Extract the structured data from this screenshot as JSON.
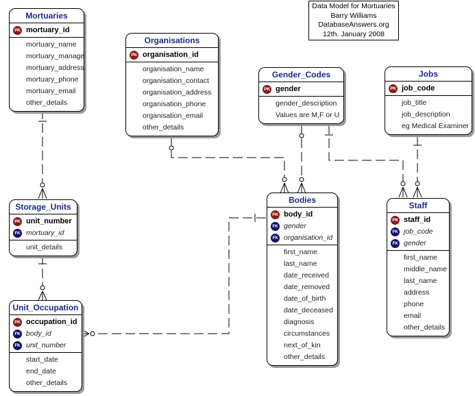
{
  "note": {
    "lines": [
      "Data Model for Mortuaries",
      "Barry Williams",
      "DatabaseAnswers.org",
      "12th. January 2008"
    ]
  },
  "entities": {
    "mortuaries": {
      "title": "Mortuaries",
      "attrs": [
        {
          "name": "mortuary_id",
          "key": "PK"
        },
        {
          "name": "mortuary_name"
        },
        {
          "name": "mortuary_manager"
        },
        {
          "name": "mortuary_address"
        },
        {
          "name": "mortuary_phone"
        },
        {
          "name": "mortuary_email"
        },
        {
          "name": "other_details"
        }
      ]
    },
    "organisations": {
      "title": "Organisations",
      "attrs": [
        {
          "name": "organisation_id",
          "key": "PK"
        },
        {
          "name": "organisation_name"
        },
        {
          "name": "organisation_contact"
        },
        {
          "name": "organisation_address"
        },
        {
          "name": "organisation_phone"
        },
        {
          "name": "organisation_email"
        },
        {
          "name": "other_details"
        }
      ]
    },
    "gender_codes": {
      "title": "Gender_Codes",
      "attrs": [
        {
          "name": "gender",
          "key": "PK"
        },
        {
          "name": "gender_description"
        },
        {
          "name": "Values are M,F or U"
        }
      ]
    },
    "jobs": {
      "title": "Jobs",
      "attrs": [
        {
          "name": "job_code",
          "key": "PK"
        },
        {
          "name": "job_title"
        },
        {
          "name": "job_description"
        },
        {
          "name": "eg Medical Examiner"
        }
      ]
    },
    "storage_units": {
      "title": "Storage_Units",
      "attrs": [
        {
          "name": "unit_number",
          "key": "PK"
        },
        {
          "name": "mortuary_id",
          "key": "FK"
        },
        {
          "name": "unit_details"
        }
      ]
    },
    "bodies": {
      "title": "Bodies",
      "attrs": [
        {
          "name": "body_id",
          "key": "PK"
        },
        {
          "name": "gender",
          "key": "FK"
        },
        {
          "name": "organisation_id",
          "key": "FK"
        },
        {
          "name": "first_name"
        },
        {
          "name": "last_name"
        },
        {
          "name": "date_received"
        },
        {
          "name": "date_removed"
        },
        {
          "name": "date_of_birth"
        },
        {
          "name": "date_deceased"
        },
        {
          "name": "diagnosis"
        },
        {
          "name": "circumstances"
        },
        {
          "name": "next_of_kin"
        },
        {
          "name": "other_details"
        }
      ]
    },
    "staff": {
      "title": "Staff",
      "attrs": [
        {
          "name": "staff_id",
          "key": "PK"
        },
        {
          "name": "job_code",
          "key": "FK"
        },
        {
          "name": "gender",
          "key": "FK"
        },
        {
          "name": "first_name"
        },
        {
          "name": "middle_name"
        },
        {
          "name": "last_name"
        },
        {
          "name": "address"
        },
        {
          "name": "phone"
        },
        {
          "name": "email"
        },
        {
          "name": "other_details"
        }
      ]
    },
    "unit_occupation": {
      "title": "Unit_Occupation",
      "attrs": [
        {
          "name": "occupation_id",
          "key": "PK"
        },
        {
          "name": "body_id",
          "key": "FK"
        },
        {
          "name": "unit_number",
          "key": "FK"
        },
        {
          "name": "start_date"
        },
        {
          "name": "end_date"
        },
        {
          "name": "other_details"
        }
      ]
    }
  },
  "colors": {
    "title_text": "#1a2a8a",
    "pk_badge": "#8b1a1a",
    "fk_badge": "#10106b",
    "shadow": "#9a9a9a"
  }
}
